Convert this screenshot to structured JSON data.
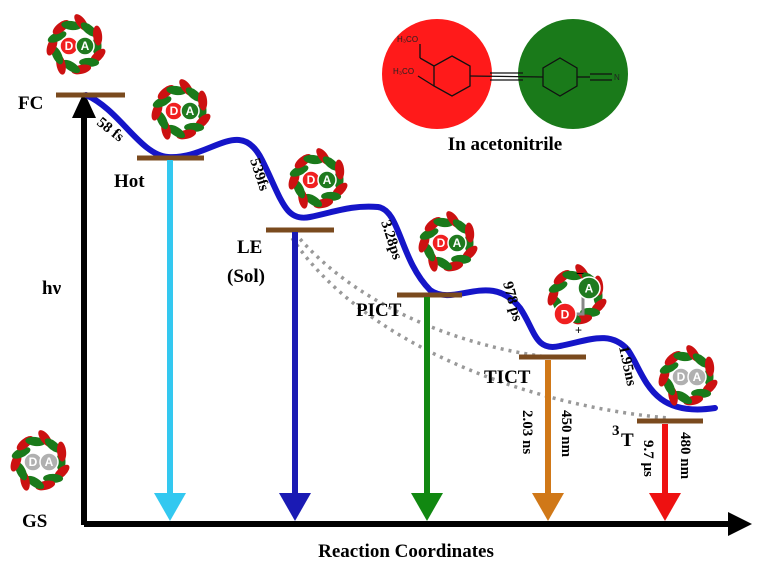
{
  "axis": {
    "y_label": "hν",
    "x_label": "Reaction Coordinates"
  },
  "states": {
    "fc": "FC",
    "hot": "Hot",
    "le": "LE",
    "le_sol": "(Sol)",
    "pict": "PICT",
    "tict": "TICT",
    "triplet_sup": "3",
    "triplet": "T",
    "gs": "GS"
  },
  "time_constants": {
    "fc_hot": "58 fs",
    "hot_le": "539fs",
    "le_pict": "3.28ps",
    "pict_tict": "978 ps",
    "tict_t": "1.95ns"
  },
  "emissions": {
    "tict_lifetime": "2.03 ns",
    "tict_wavelength": "450 nm",
    "triplet_lifetime": "9.7 μs",
    "triplet_wavelength": "480 nm"
  },
  "molecule": {
    "donor": "D",
    "acceptor": "A",
    "plus": "+",
    "minus": "−",
    "solvent_label": "In acetonitrile",
    "methoxy_1": "H₃CO",
    "methoxy_2": "H₃CO",
    "nitrile": "N"
  },
  "colors": {
    "curve": "#1515c8",
    "level": "#7a4a1e",
    "hot_arrow": "#33c8f0",
    "le_arrow": "#1a1ab4",
    "pict_arrow": "#118811",
    "tict_arrow": "#d07818",
    "triplet_arrow": "#ee1111",
    "donor_circle": "#f02020",
    "acceptor_circle": "#1f7a1f",
    "solvent_red": "#cc1111",
    "solvent_green": "#1a7a1a"
  }
}
